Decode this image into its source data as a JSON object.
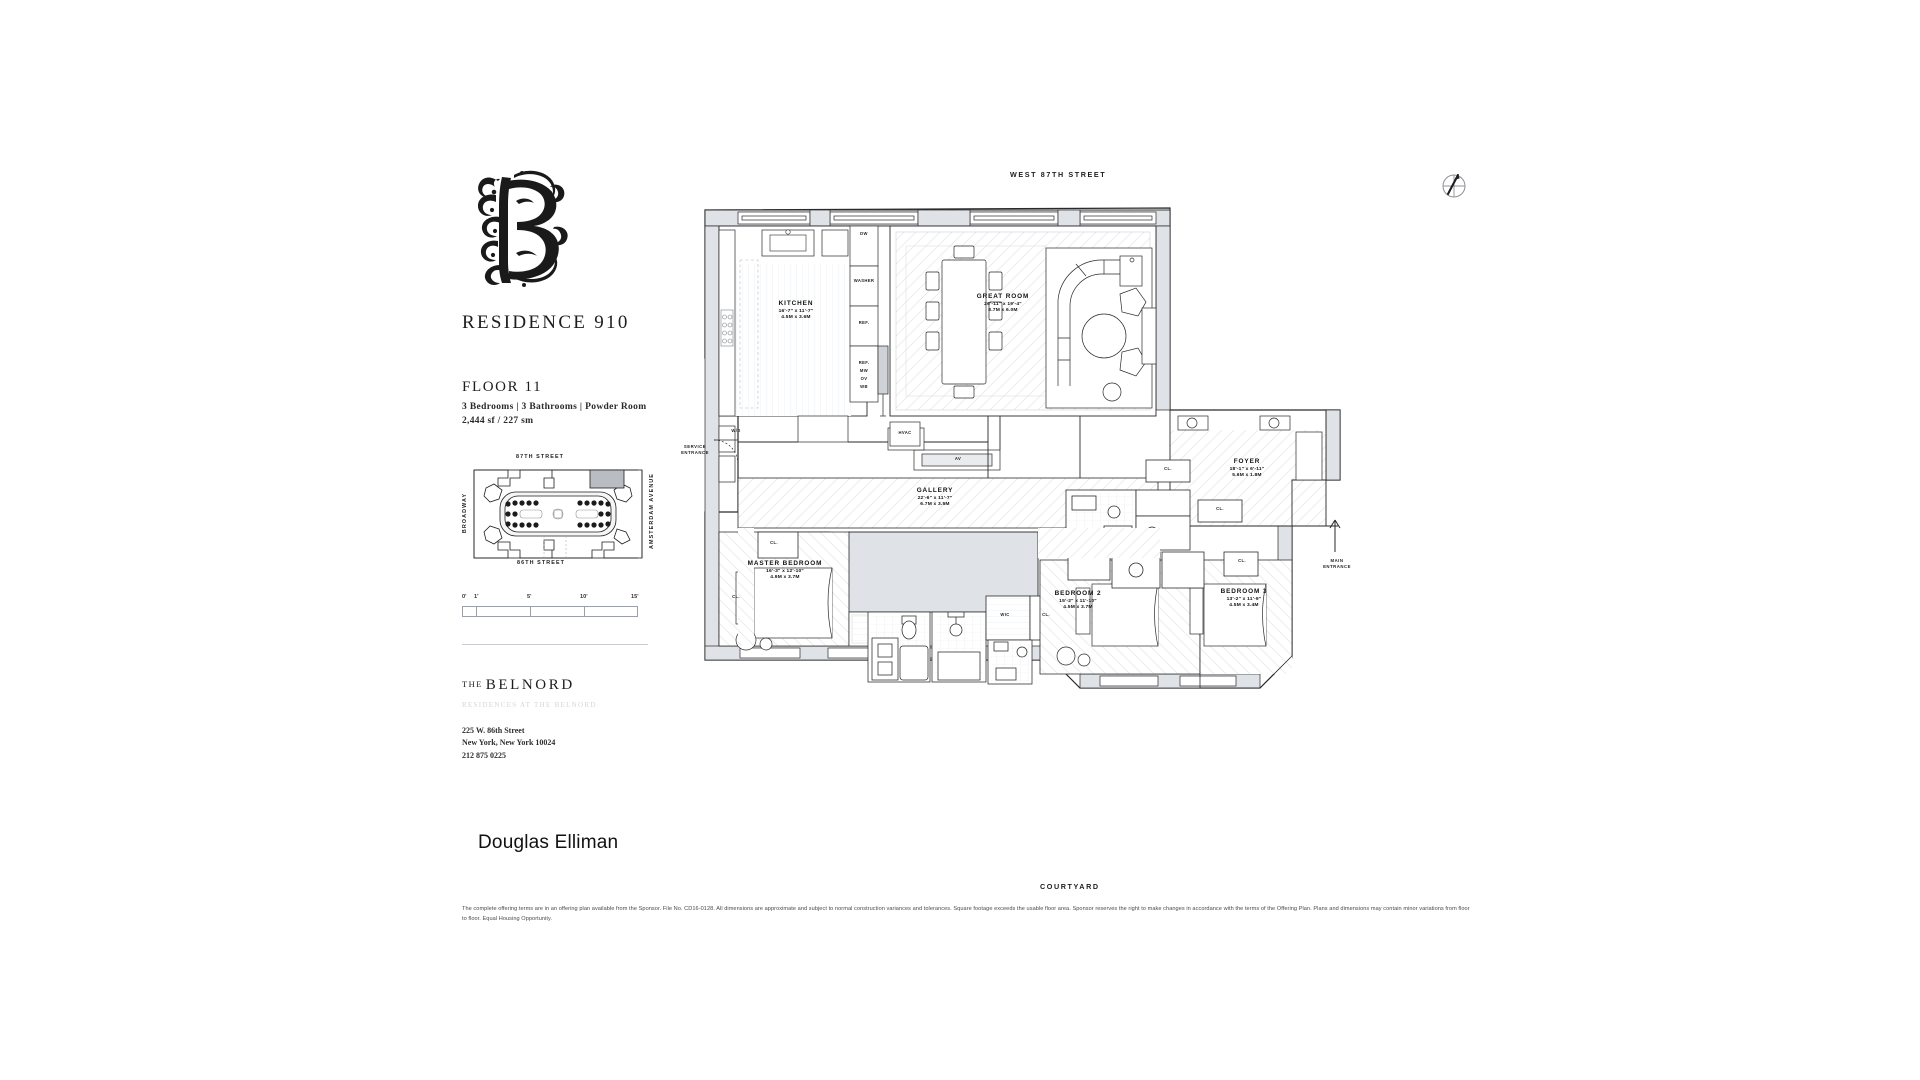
{
  "brand": {
    "ornament_letter": "B",
    "wordmark_the": "THE",
    "wordmark_name": "BELNORD",
    "wordmark_sub": "RESIDENCES AT THE BELNORD",
    "broker": "Douglas Elliman"
  },
  "residence": {
    "title": "RESIDENCE 910",
    "floor": "FLOOR 11",
    "specs": "3 Bedrooms  |  3 Bathrooms |  Powder Room",
    "area": "2,444 sf / 227 sm"
  },
  "keyplan": {
    "street_top": "87TH STREET",
    "street_bottom": "86TH STREET",
    "street_left": "BROADWAY",
    "street_right": "AMSTERDAM AVENUE"
  },
  "scalebar": {
    "ticks": [
      "0'",
      "1'",
      "5'",
      "10'",
      "15'"
    ]
  },
  "address": {
    "line1": "225 W. 86th Street",
    "line2": "New York, New York 10024",
    "line3": "212 875 0225"
  },
  "plan": {
    "street_north": "WEST 87TH STREET",
    "street_south": "COURTYARD",
    "compass": "north-arrow-icon",
    "rooms": [
      {
        "name": "KITCHEN",
        "dim_ft": "16'-7\" x 11'-7\"",
        "dim_m": "4.5M x 3.6M"
      },
      {
        "name": "GREAT ROOM",
        "dim_ft": "26'-11\" x 19'-4\"",
        "dim_m": "8.7M x 6.0M"
      },
      {
        "name": "GALLERY",
        "dim_ft": "22'-6\" x 11'-7\"",
        "dim_m": "6.7M x 3.5M"
      },
      {
        "name": "FOYER",
        "dim_ft": "18'-1\" x 6'-11\"",
        "dim_m": "5.6M x 1.8M"
      },
      {
        "name": "MASTER BEDROOM",
        "dim_ft": "16'-3\" x 12'-10\"",
        "dim_m": "4.9M x 3.7M"
      },
      {
        "name": "BEDROOM 2",
        "dim_ft": "15'-2\" x 11'-10\"",
        "dim_m": "4.5M x 3.7M"
      },
      {
        "name": "BEDROOM 3",
        "dim_ft": "13'-2\" x 11'-9\"",
        "dim_m": "4.5M x 3.4M"
      }
    ],
    "closets": [
      "CL.",
      "CL.",
      "CL.",
      "CL.",
      "CL.",
      "CL."
    ],
    "appliances": [
      "DW",
      "WASHER",
      "REF.",
      "REF.",
      "MW",
      "OV",
      "WB"
    ],
    "utility": [
      "HVAC",
      "W/D",
      "AV"
    ],
    "entries": [
      {
        "label": "SERVICE\nENTRANCE"
      },
      {
        "label": "MAIN\nENTRANCE"
      }
    ]
  },
  "disclaimer": "The complete offering terms are in an offering plan available from the Sponsor. File No. CD16-0128. All dimensions are approximate and subject to normal construction variances and tolerances. Square footage exceeds the usable floor area. Sponsor reserves the right to make changes in accordance with the terms of the Offering Plan. Plans and dimensions may contain minor variations from floor to floor. Equal Housing Opportunity."
}
